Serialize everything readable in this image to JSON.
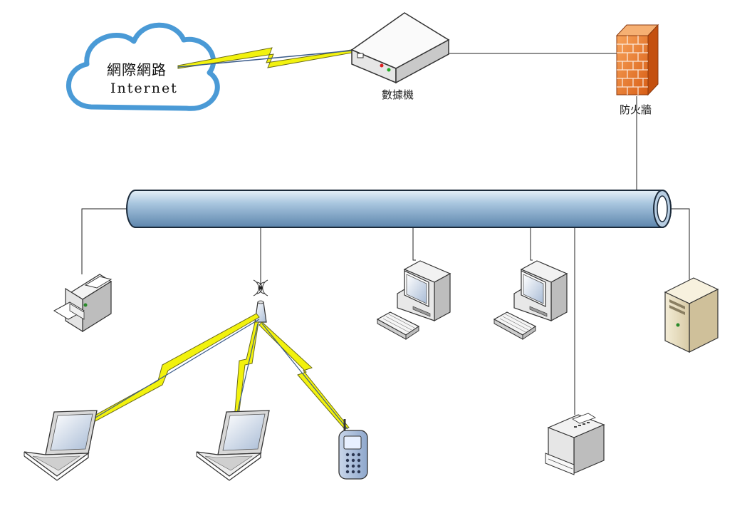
{
  "nodes": {
    "internet": {
      "label_zh": "網際網路",
      "label_en": "Internet"
    },
    "modem": {
      "label": "數據機"
    },
    "firewall": {
      "label": "防火牆"
    }
  },
  "colors": {
    "cloud_stroke": "#4a9ad6",
    "wireless_bolt": "#f2f20e",
    "bus_fill": "#9bbcd8",
    "firewall": "#e8782a"
  }
}
